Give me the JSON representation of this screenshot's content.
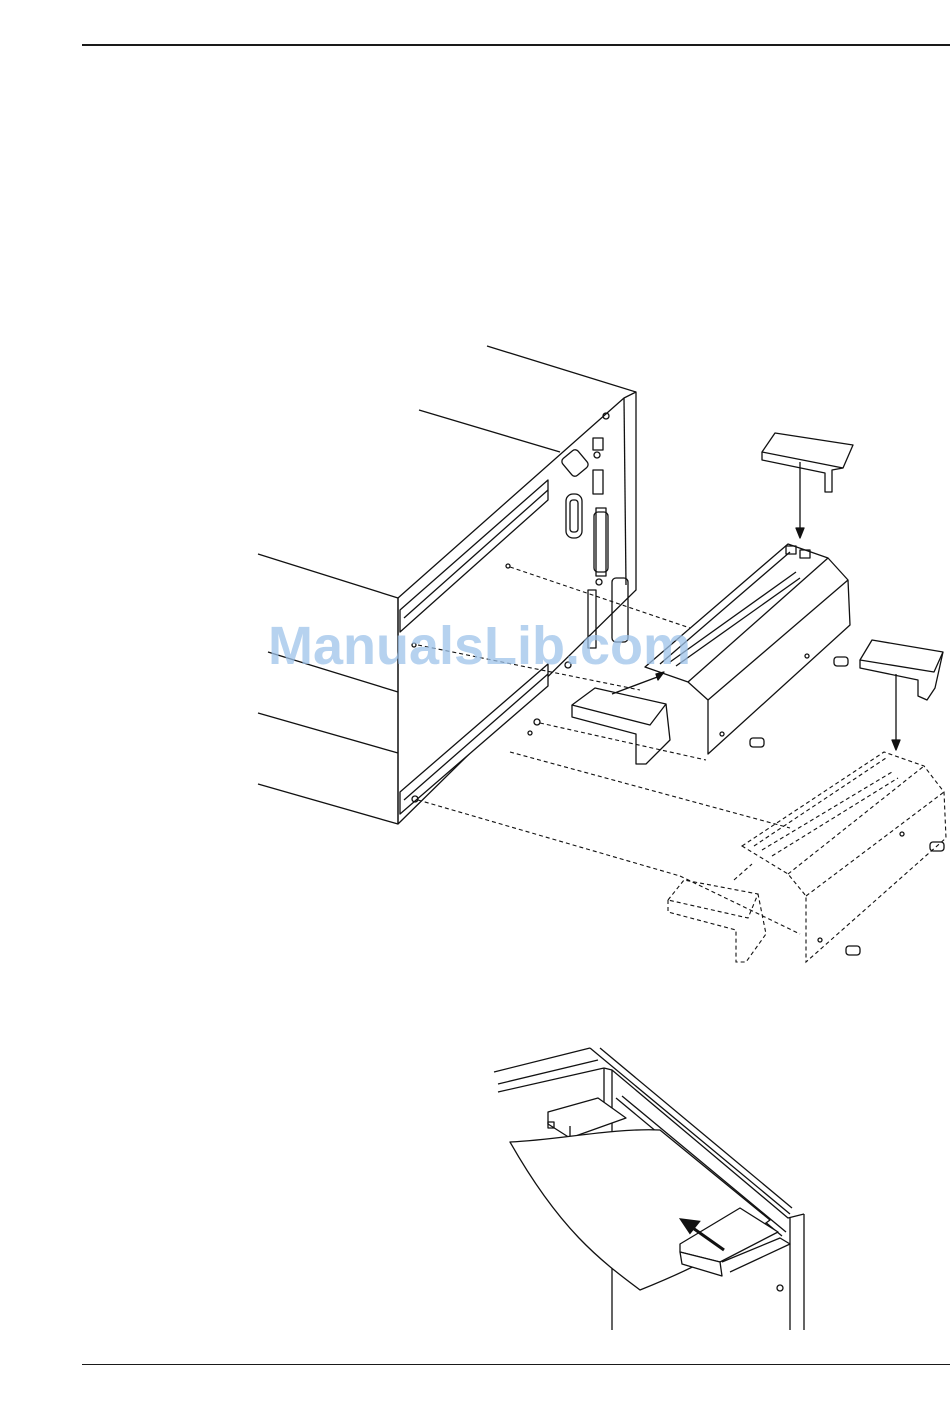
{
  "document": {
    "header_rule": "page-top-rule",
    "footer_rule": "page-bottom-rule"
  },
  "watermark": {
    "text": "ManualsLib.com",
    "color": "#9ec3ea"
  },
  "figures": [
    {
      "id": "exploded-assembly",
      "description_icon": "printer-rear-exploded-view-icon"
    },
    {
      "id": "paper-guide-detail",
      "description_icon": "paper-guide-detail-icon"
    }
  ]
}
